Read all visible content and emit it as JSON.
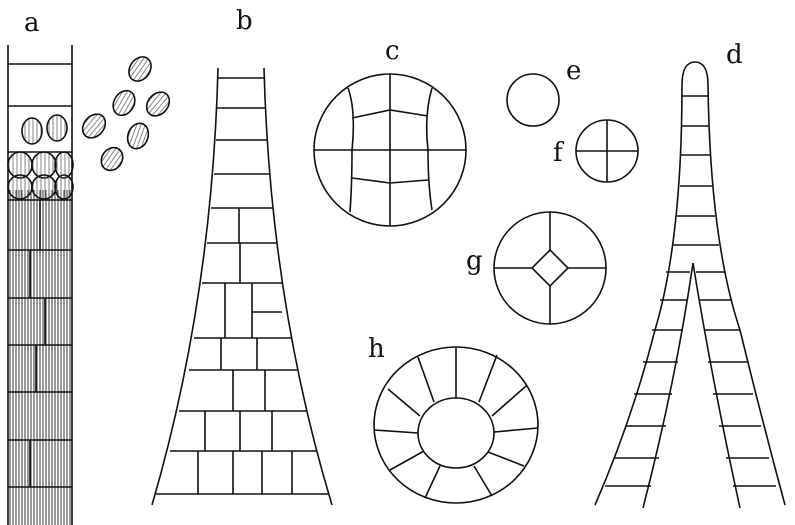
{
  "labels": {
    "a": "a",
    "b": "b",
    "c": "c",
    "d": "d",
    "e": "e",
    "f": "f",
    "g": "g",
    "h": "h"
  },
  "colors": {
    "ink": "#111111",
    "paper": "#ffffff"
  }
}
